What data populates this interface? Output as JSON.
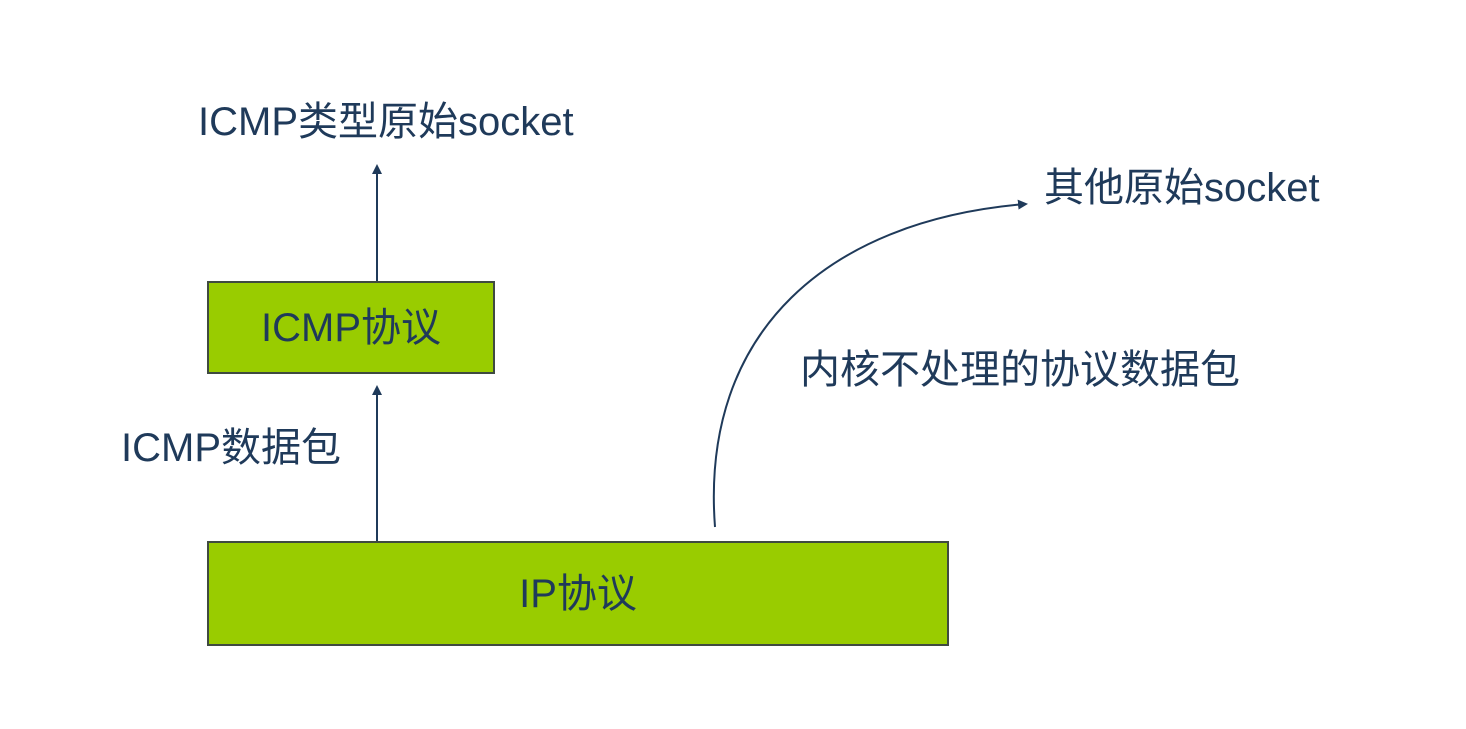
{
  "labels": {
    "icmp_raw_socket": "ICMP类型原始socket",
    "other_raw_socket": "其他原始socket",
    "kernel_unhandled": "内核不处理的协议数据包",
    "icmp_packet": "ICMP数据包"
  },
  "boxes": {
    "icmp_protocol": "ICMP协议",
    "ip_protocol": "IP协议"
  },
  "colors": {
    "box_fill": "#99cc00",
    "box_border": "#3f4a40",
    "text": "#1f3a5a",
    "arrow": "#1f3a5a"
  }
}
